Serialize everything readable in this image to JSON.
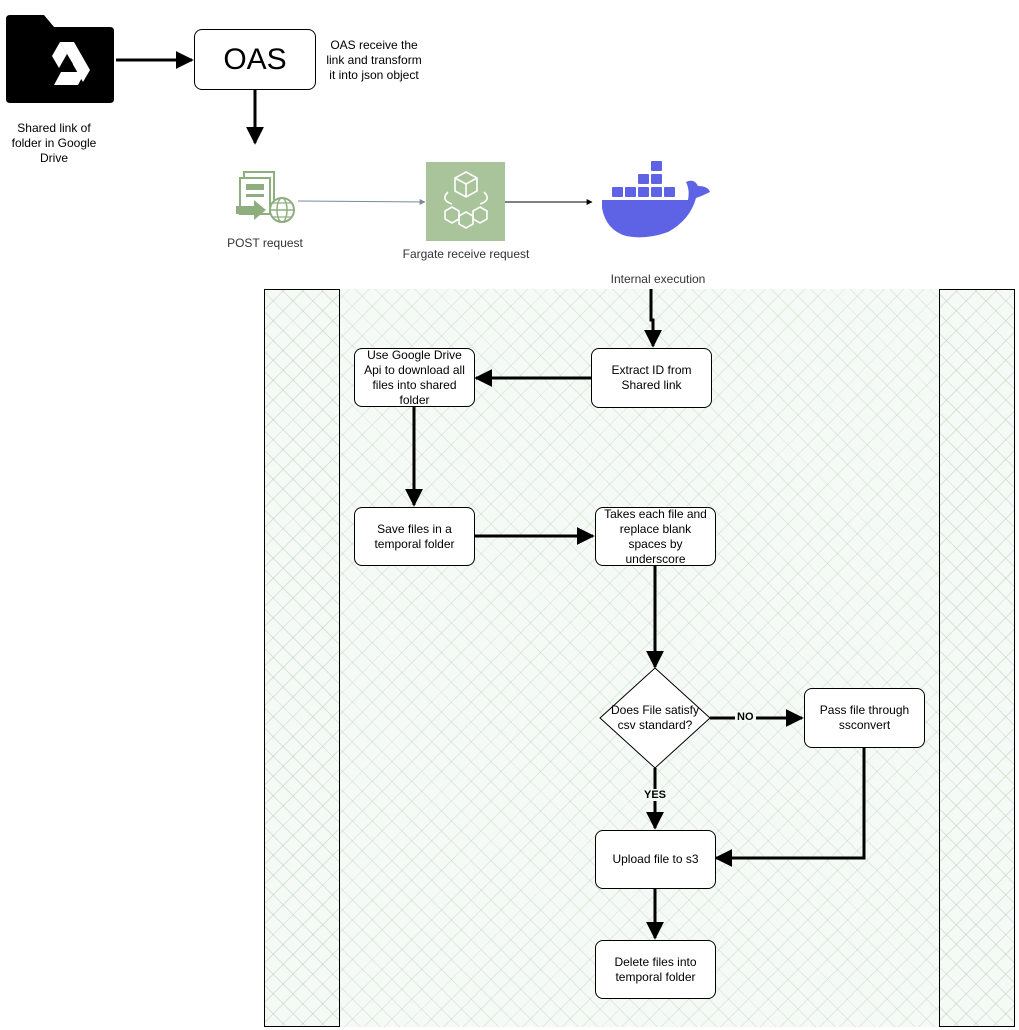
{
  "header": {
    "drive_caption": "Shared link of folder in Google Drive",
    "oas_label": "OAS",
    "oas_note": "OAS receive the link and transform it into json object",
    "post_label": "POST request",
    "fargate_label": "Fargate receive request",
    "internal_label": "Internal execution"
  },
  "flow": {
    "extract": "Extract ID from Shared link",
    "download": "Use Google Drive Api to download all files into shared folder",
    "save": "Save files in a temporal folder",
    "replace": "Takes each file and replace blank spaces by underscore",
    "decision": "Does File satisfy csv standard?",
    "ssconvert": "Pass file through ssconvert",
    "upload": "Upload file to s3",
    "delete": "Delete files into temporal folder",
    "no_label": "NO",
    "yes_label": "YES"
  },
  "colors": {
    "docker_blue": "#5e63e6",
    "fargate_green": "#a9c39a",
    "post_green": "#8fae80",
    "pool_hatch": "#a0bea0"
  },
  "icons": [
    "google-drive-folder-icon",
    "post-request-icon",
    "fargate-icon",
    "docker-whale-icon"
  ]
}
